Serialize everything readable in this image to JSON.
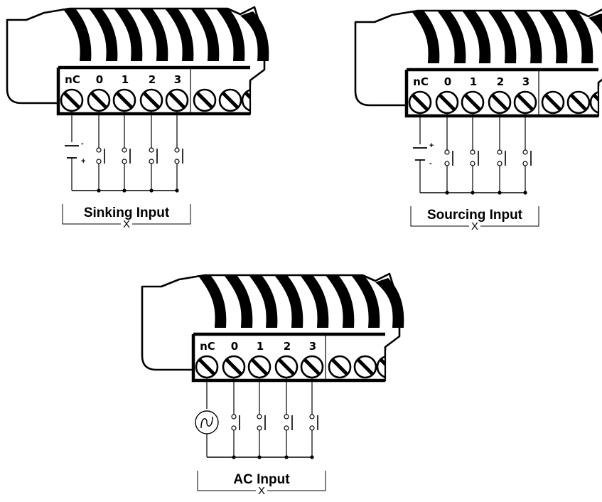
{
  "diagrams": [
    {
      "id": "sinking",
      "caption": "Sinking Input",
      "marker": "X",
      "terminals": [
        "nC",
        "0",
        "1",
        "2",
        "3"
      ],
      "supply": "dc",
      "polarity_top": "-",
      "polarity_bottom": "+"
    },
    {
      "id": "sourcing",
      "caption": "Sourcing Input",
      "marker": "X",
      "terminals": [
        "nC",
        "0",
        "1",
        "2",
        "3"
      ],
      "supply": "dc",
      "polarity_top": "+",
      "polarity_bottom": "-"
    },
    {
      "id": "ac",
      "caption": "AC Input",
      "marker": "X",
      "terminals": [
        "nC",
        "0",
        "1",
        "2",
        "3"
      ],
      "supply": "ac"
    }
  ],
  "colors": {
    "ink": "#000000",
    "background": "#ffffff"
  }
}
